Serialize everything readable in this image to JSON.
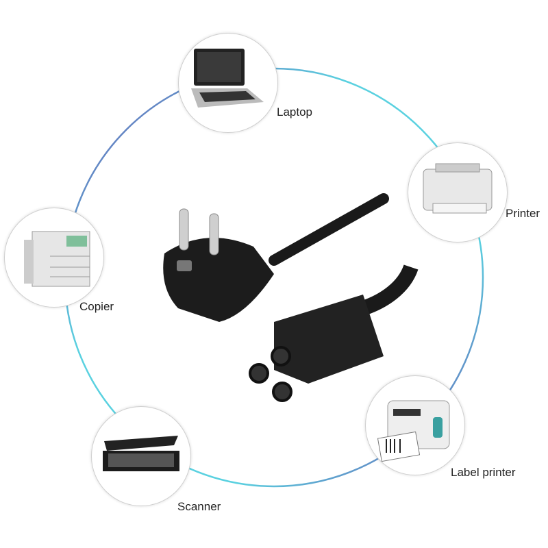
{
  "devices": [
    {
      "label": "Laptop",
      "icon": "laptop-icon"
    },
    {
      "label": "Printer",
      "icon": "printer-icon"
    },
    {
      "label": "Copier",
      "icon": "copier-icon"
    },
    {
      "label": "Label printer",
      "icon": "label-printer-icon"
    },
    {
      "label": "Scanner",
      "icon": "scanner-icon"
    }
  ],
  "colors": {
    "ring_start": "#5ad1e0",
    "ring_end": "#6a4fb0",
    "cable": "#1a1a1a"
  }
}
